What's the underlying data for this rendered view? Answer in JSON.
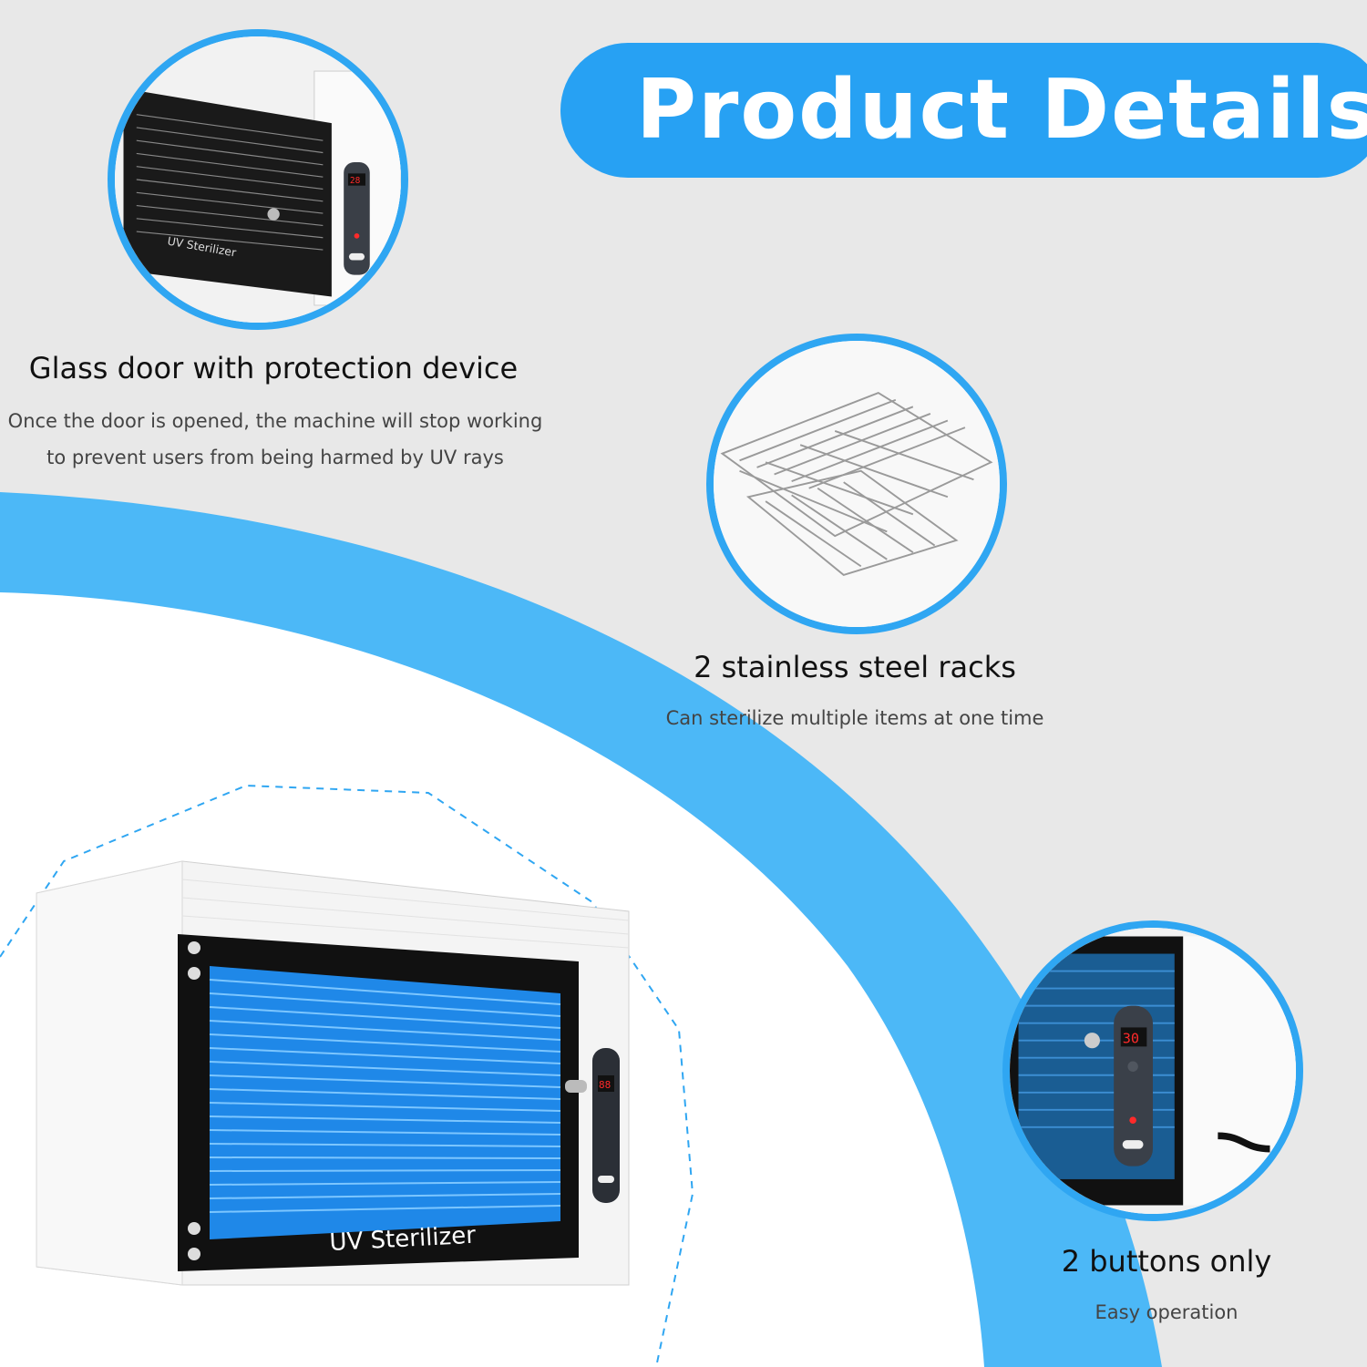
{
  "header": {
    "title": "Product Details"
  },
  "colors": {
    "accent": "#27a1f3",
    "background": "#e8e8e8",
    "text": "#111111"
  },
  "features": [
    {
      "title": "Glass door with protection device",
      "description": "Once the door is opened, the machine will stop working to prevent users from being harmed by UV rays"
    },
    {
      "title": "2 stainless steel racks",
      "description": "Can sterilize multiple items at one time"
    },
    {
      "title": "2 buttons only",
      "description": "Easy operation"
    }
  ],
  "product": {
    "door_label": "UV Sterilizer",
    "display_main": "88",
    "display_door_closeup": "28",
    "display_button_closeup": "30"
  }
}
